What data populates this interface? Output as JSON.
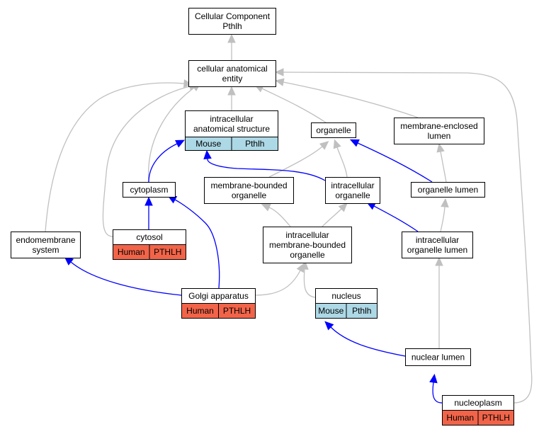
{
  "colors": {
    "is_a_edge": "#c0c0c0",
    "part_of_edge": "#0000ff",
    "mouse_cell": "#add8e6",
    "human_cell": "#f26449",
    "node_border": "#000000"
  },
  "nodes": [
    {
      "id": "cellular-component",
      "lines": [
        "Cellular Component",
        "Pthlh"
      ],
      "cells": []
    },
    {
      "id": "cellular-anatomical-entity",
      "lines": [
        "cellular anatomical",
        "entity"
      ],
      "cells": []
    },
    {
      "id": "intracellular-anatomical-structure",
      "lines": [
        "intracellular",
        "anatomical structure"
      ],
      "cells": [
        {
          "label": "Mouse",
          "kind": "mouse"
        },
        {
          "label": "Pthlh",
          "kind": "mouse"
        }
      ]
    },
    {
      "id": "organelle",
      "lines": [
        "organelle"
      ],
      "cells": []
    },
    {
      "id": "membrane-enclosed-lumen",
      "lines": [
        "membrane-enclosed",
        "lumen"
      ],
      "cells": []
    },
    {
      "id": "cytoplasm",
      "lines": [
        "cytoplasm"
      ],
      "cells": []
    },
    {
      "id": "membrane-bounded-organelle",
      "lines": [
        "membrane-bounded",
        "organelle"
      ],
      "cells": []
    },
    {
      "id": "intracellular-organelle",
      "lines": [
        "intracellular",
        "organelle"
      ],
      "cells": []
    },
    {
      "id": "organelle-lumen",
      "lines": [
        "organelle lumen"
      ],
      "cells": []
    },
    {
      "id": "endomembrane-system",
      "lines": [
        "endomembrane",
        "system"
      ],
      "cells": []
    },
    {
      "id": "cytosol",
      "lines": [
        "cytosol"
      ],
      "cells": [
        {
          "label": "Human",
          "kind": "human"
        },
        {
          "label": "PTHLH",
          "kind": "human"
        }
      ]
    },
    {
      "id": "intracellular-membrane-bounded-organelle",
      "lines": [
        "intracellular",
        "membrane-bounded",
        "organelle"
      ],
      "cells": []
    },
    {
      "id": "intracellular-organelle-lumen",
      "lines": [
        "intracellular",
        "organelle lumen"
      ],
      "cells": []
    },
    {
      "id": "golgi-apparatus",
      "lines": [
        "Golgi apparatus"
      ],
      "cells": [
        {
          "label": "Human",
          "kind": "human"
        },
        {
          "label": "PTHLH",
          "kind": "human"
        }
      ]
    },
    {
      "id": "nucleus",
      "lines": [
        "nucleus"
      ],
      "cells": [
        {
          "label": "Mouse",
          "kind": "mouse"
        },
        {
          "label": "Pthlh",
          "kind": "mouse"
        }
      ]
    },
    {
      "id": "nuclear-lumen",
      "lines": [
        "nuclear lumen"
      ],
      "cells": []
    },
    {
      "id": "nucleoplasm",
      "lines": [
        "nucleoplasm"
      ],
      "cells": [
        {
          "label": "Human",
          "kind": "human"
        },
        {
          "label": "PTHLH",
          "kind": "human"
        }
      ]
    }
  ],
  "edges": [
    {
      "from": "cellular-anatomical-entity",
      "to": "cellular-component",
      "kind": "is_a"
    },
    {
      "from": "intracellular-anatomical-structure",
      "to": "cellular-anatomical-entity",
      "kind": "is_a"
    },
    {
      "from": "organelle",
      "to": "cellular-anatomical-entity",
      "kind": "is_a"
    },
    {
      "from": "membrane-enclosed-lumen",
      "to": "cellular-anatomical-entity",
      "kind": "is_a"
    },
    {
      "from": "cytoplasm",
      "to": "cellular-anatomical-entity",
      "kind": "is_a"
    },
    {
      "from": "cytoplasm",
      "to": "intracellular-anatomical-structure",
      "kind": "part_of"
    },
    {
      "from": "endomembrane-system",
      "to": "cellular-anatomical-entity",
      "kind": "is_a"
    },
    {
      "from": "cytosol",
      "to": "cellular-anatomical-entity",
      "kind": "is_a"
    },
    {
      "from": "cytosol",
      "to": "cytoplasm",
      "kind": "part_of"
    },
    {
      "from": "membrane-bounded-organelle",
      "to": "organelle",
      "kind": "is_a"
    },
    {
      "from": "intracellular-organelle",
      "to": "organelle",
      "kind": "is_a"
    },
    {
      "from": "intracellular-organelle",
      "to": "intracellular-anatomical-structure",
      "kind": "part_of"
    },
    {
      "from": "organelle-lumen",
      "to": "membrane-enclosed-lumen",
      "kind": "is_a"
    },
    {
      "from": "organelle-lumen",
      "to": "organelle",
      "kind": "part_of"
    },
    {
      "from": "intracellular-membrane-bounded-organelle",
      "to": "membrane-bounded-organelle",
      "kind": "is_a"
    },
    {
      "from": "intracellular-membrane-bounded-organelle",
      "to": "intracellular-organelle",
      "kind": "is_a"
    },
    {
      "from": "intracellular-organelle-lumen",
      "to": "organelle-lumen",
      "kind": "is_a"
    },
    {
      "from": "intracellular-organelle-lumen",
      "to": "intracellular-organelle",
      "kind": "part_of"
    },
    {
      "from": "golgi-apparatus",
      "to": "intracellular-membrane-bounded-organelle",
      "kind": "is_a"
    },
    {
      "from": "golgi-apparatus",
      "to": "cytoplasm",
      "kind": "part_of"
    },
    {
      "from": "golgi-apparatus",
      "to": "endomembrane-system",
      "kind": "part_of"
    },
    {
      "from": "nucleus",
      "to": "intracellular-membrane-bounded-organelle",
      "kind": "is_a"
    },
    {
      "from": "nuclear-lumen",
      "to": "intracellular-organelle-lumen",
      "kind": "is_a"
    },
    {
      "from": "nuclear-lumen",
      "to": "nucleus",
      "kind": "part_of"
    },
    {
      "from": "nucleoplasm",
      "to": "cellular-anatomical-entity",
      "kind": "is_a"
    },
    {
      "from": "nucleoplasm",
      "to": "nuclear-lumen",
      "kind": "part_of"
    }
  ]
}
